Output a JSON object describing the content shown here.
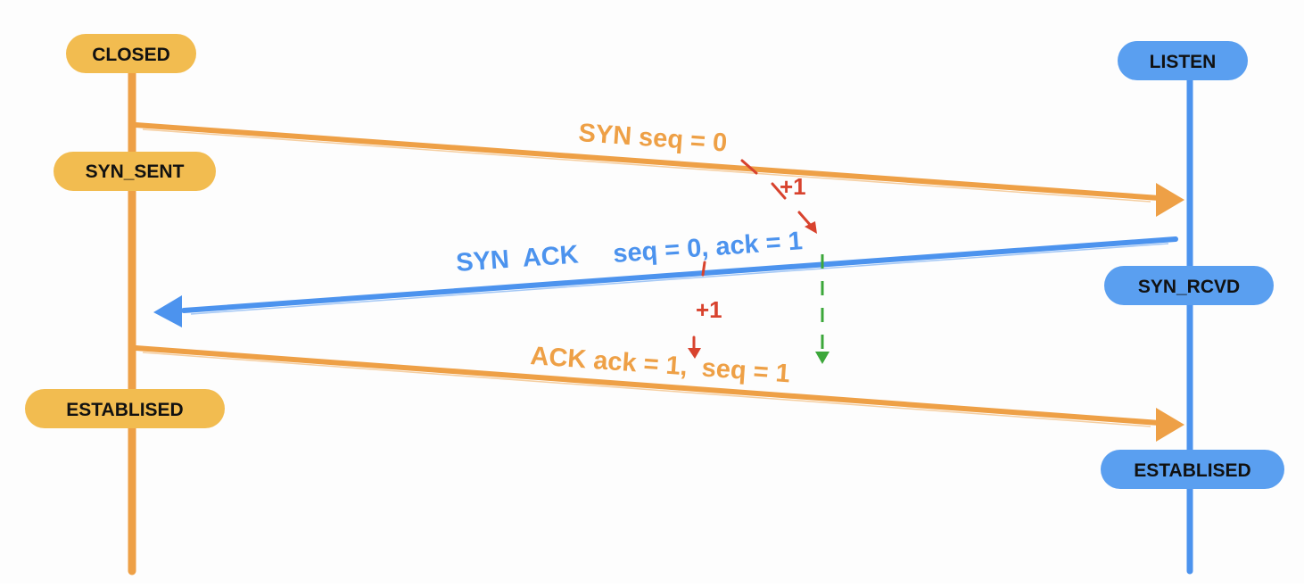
{
  "client": {
    "states": {
      "closed": "CLOSED",
      "syn_sent": "SYN_SENT",
      "established": "ESTABLISED"
    }
  },
  "server": {
    "states": {
      "listen": "LISTEN",
      "syn_rcvd": "SYN_RCVD",
      "established": "ESTABLISED"
    }
  },
  "messages": {
    "syn": "SYN seq = 0",
    "syn_ack_flags": "SYN  ACK",
    "syn_ack_values": "seq = 0, ack = 1",
    "ack": "ACK ack = 1,  seq = 1"
  },
  "annotations": {
    "plus_one_a": "+1",
    "plus_one_b": "+1"
  },
  "colors": {
    "client": "#EEA046",
    "client_pill": "#F2BC50",
    "server": "#4C93EE",
    "server_pill": "#5A9FF0",
    "increment": "#D8432E",
    "carry": "#3CA73A",
    "label_text": "#111111"
  }
}
